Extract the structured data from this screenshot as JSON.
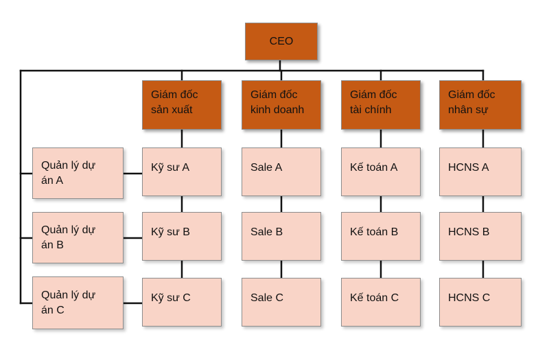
{
  "ceo": "CEO",
  "directors": [
    {
      "title": "Giám đốc\nsản xuất",
      "staff": [
        "Kỹ sư A",
        "Kỹ sư B",
        "Kỹ sư C"
      ]
    },
    {
      "title": "Giám đốc\nkinh doanh",
      "staff": [
        "Sale A",
        "Sale B",
        "Sale C"
      ]
    },
    {
      "title": "Giám đốc\ntài chính",
      "staff": [
        "Kế toán A",
        "Kế toán B",
        "Kế toán C"
      ]
    },
    {
      "title": "Giám đốc\nnhân sự",
      "staff": [
        "HCNS A",
        "HCNS B",
        "HCNS C"
      ]
    }
  ],
  "project_managers": [
    "Quản lý dự\nán A",
    "Quản lý dự\nán B",
    "Quản lý dự\nán C"
  ],
  "colors": {
    "dark_box": "#c55a14",
    "light_box": "#f9d4c7",
    "connector": "#111111"
  }
}
